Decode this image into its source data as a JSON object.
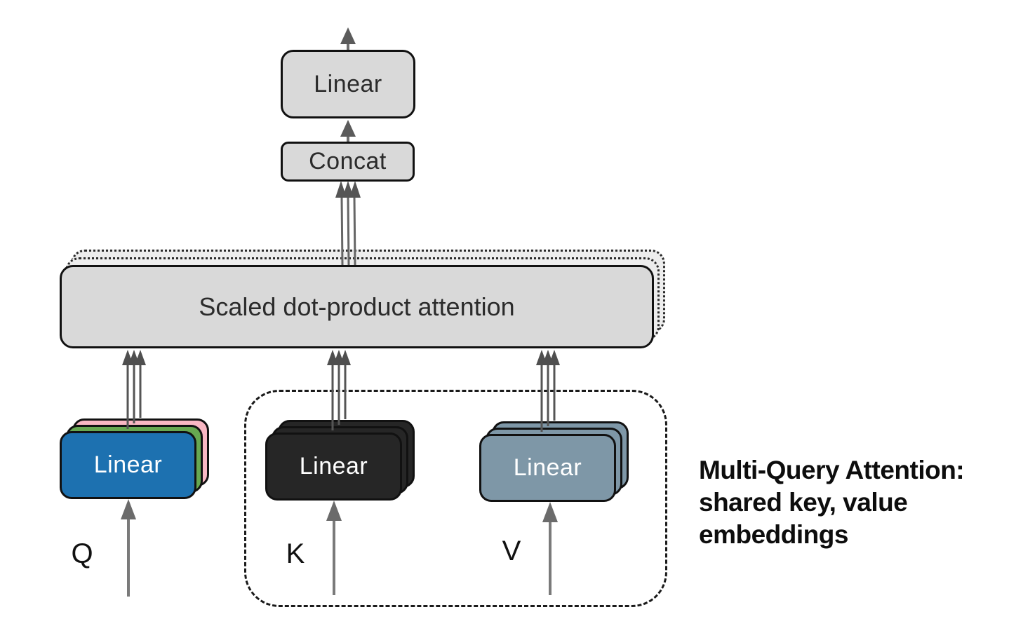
{
  "diagram": {
    "output_linear_label": "Linear",
    "concat_label": "Concat",
    "attention_label": "Scaled dot-product attention",
    "q_stack_label": "Linear",
    "k_stack_label": "Linear",
    "v_stack_label": "Linear",
    "q_input_label": "Q",
    "k_input_label": "K",
    "v_input_label": "V",
    "caption": {
      "line1": "Multi-Query Attention:",
      "line2": "shared key, value",
      "line3": "embeddings"
    },
    "colors": {
      "box_gray": "#d9d9d9",
      "ghost_gray": "#ededed",
      "q_front_blue": "#1d71b0",
      "q_mid_green": "#67a851",
      "q_back_pink": "#f8b7c3",
      "k_dark": "#262626",
      "v_slate": "#7e97a7",
      "arrow_gray": "#6e6e6e",
      "arrowhead_gray": "#5b5b5b",
      "outline_black": "#111111"
    }
  }
}
